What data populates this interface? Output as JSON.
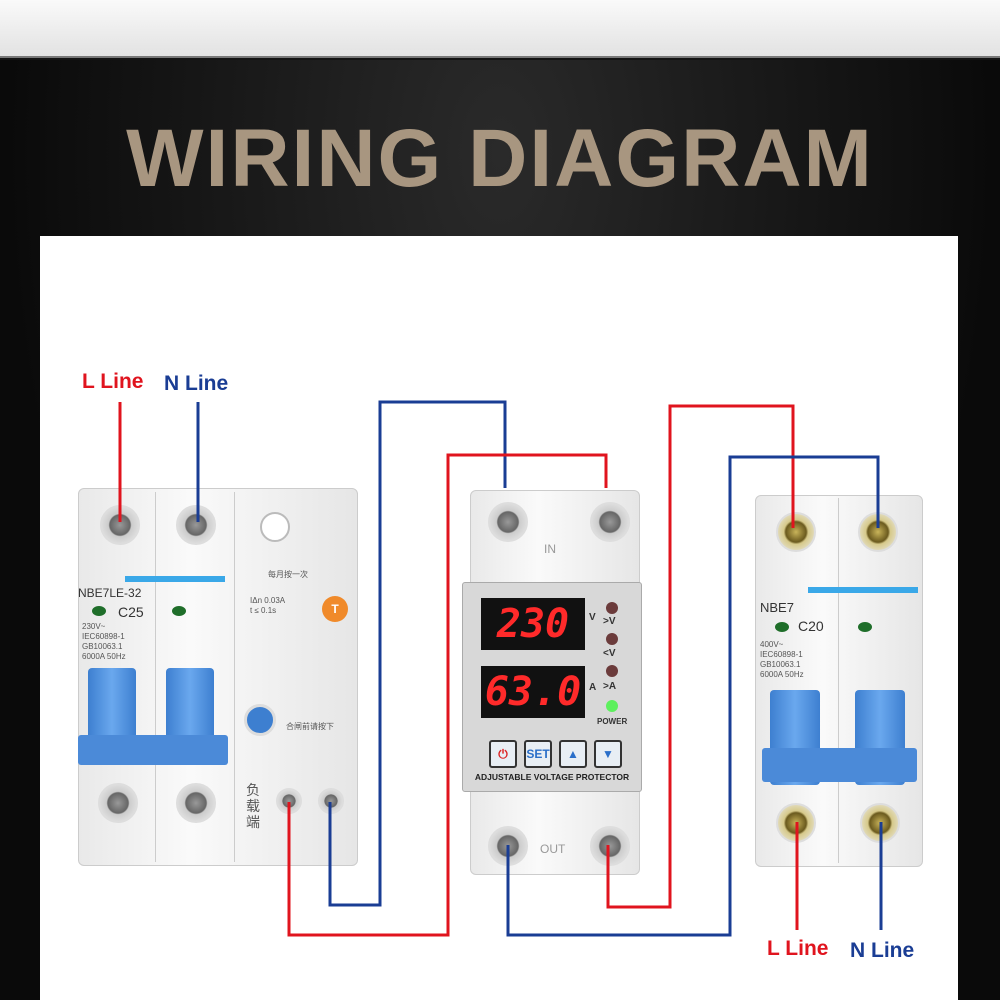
{
  "title": "WIRING DIAGRAM",
  "labels": {
    "top_l": "L Line",
    "top_n": "N Line",
    "bottom_l": "L Line",
    "bottom_n": "N Line"
  },
  "left_breaker": {
    "model": "NBE7LE-32",
    "rating": "C25",
    "voltage": "230V~",
    "std1": "IEC60898-1",
    "std2": "GB10063.1",
    "spec": "6000A 50Hz",
    "leak1": "IΔn 0.03A",
    "leak2": "t ≤ 0.1s",
    "monthly": "每月按一次",
    "reset": "合闸前请按下",
    "test": "T",
    "load": "负载端"
  },
  "protector": {
    "in": "IN",
    "out": "OUT",
    "voltage": "230",
    "current": "63.0",
    "ind_over_v": ">V",
    "ind_under_v": "<V",
    "ind_over_a": ">A",
    "power": "POWER",
    "unit_v": "V",
    "unit_a": "A",
    "btn_set": "SET",
    "btn_up": "▲",
    "btn_down": "▼",
    "btn_power": "⏻",
    "name": "ADJUSTABLE VOLTAGE PROTECTOR"
  },
  "right_breaker": {
    "model": "NBE7",
    "rating": "C20",
    "voltage": "400V~",
    "std1": "IEC60898-1",
    "std2": "GB10063.1",
    "spec": "6000A 50Hz"
  },
  "colors": {
    "live": "#e0141e",
    "neutral": "#1a3d94",
    "title": "#a89680"
  }
}
